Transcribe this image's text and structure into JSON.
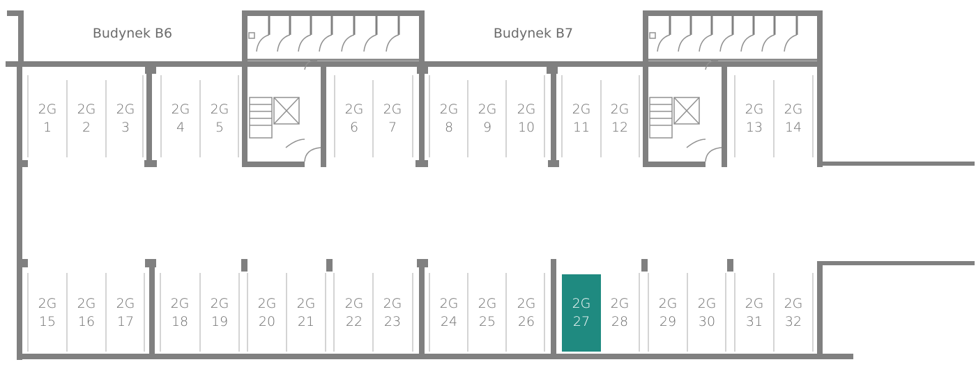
{
  "colors": {
    "wall": "#808080",
    "text": "#6b6b6b",
    "thin_line": "#a9a9a9",
    "selected_fill": "#1f8a80",
    "selected_text": "#ffffff"
  },
  "buildings": [
    {
      "id": "b6",
      "label": "Budynek B6"
    },
    {
      "id": "b7",
      "label": "Budynek B7"
    }
  ],
  "spots": [
    {
      "prefix": "2G",
      "number": "1",
      "selected": false
    },
    {
      "prefix": "2G",
      "number": "2",
      "selected": false
    },
    {
      "prefix": "2G",
      "number": "3",
      "selected": false
    },
    {
      "prefix": "2G",
      "number": "4",
      "selected": false
    },
    {
      "prefix": "2G",
      "number": "5",
      "selected": false
    },
    {
      "prefix": "2G",
      "number": "6",
      "selected": false
    },
    {
      "prefix": "2G",
      "number": "7",
      "selected": false
    },
    {
      "prefix": "2G",
      "number": "8",
      "selected": false
    },
    {
      "prefix": "2G",
      "number": "9",
      "selected": false
    },
    {
      "prefix": "2G",
      "number": "10",
      "selected": false
    },
    {
      "prefix": "2G",
      "number": "11",
      "selected": false
    },
    {
      "prefix": "2G",
      "number": "12",
      "selected": false
    },
    {
      "prefix": "2G",
      "number": "13",
      "selected": false
    },
    {
      "prefix": "2G",
      "number": "14",
      "selected": false
    },
    {
      "prefix": "2G",
      "number": "15",
      "selected": false
    },
    {
      "prefix": "2G",
      "number": "16",
      "selected": false
    },
    {
      "prefix": "2G",
      "number": "17",
      "selected": false
    },
    {
      "prefix": "2G",
      "number": "18",
      "selected": false
    },
    {
      "prefix": "2G",
      "number": "19",
      "selected": false
    },
    {
      "prefix": "2G",
      "number": "20",
      "selected": false
    },
    {
      "prefix": "2G",
      "number": "21",
      "selected": false
    },
    {
      "prefix": "2G",
      "number": "22",
      "selected": false
    },
    {
      "prefix": "2G",
      "number": "23",
      "selected": false
    },
    {
      "prefix": "2G",
      "number": "24",
      "selected": false
    },
    {
      "prefix": "2G",
      "number": "25",
      "selected": false
    },
    {
      "prefix": "2G",
      "number": "26",
      "selected": false
    },
    {
      "prefix": "2G",
      "number": "27",
      "selected": true
    },
    {
      "prefix": "2G",
      "number": "28",
      "selected": false
    },
    {
      "prefix": "2G",
      "number": "29",
      "selected": false
    },
    {
      "prefix": "2G",
      "number": "30",
      "selected": false
    },
    {
      "prefix": "2G",
      "number": "31",
      "selected": false
    },
    {
      "prefix": "2G",
      "number": "32",
      "selected": false
    }
  ]
}
